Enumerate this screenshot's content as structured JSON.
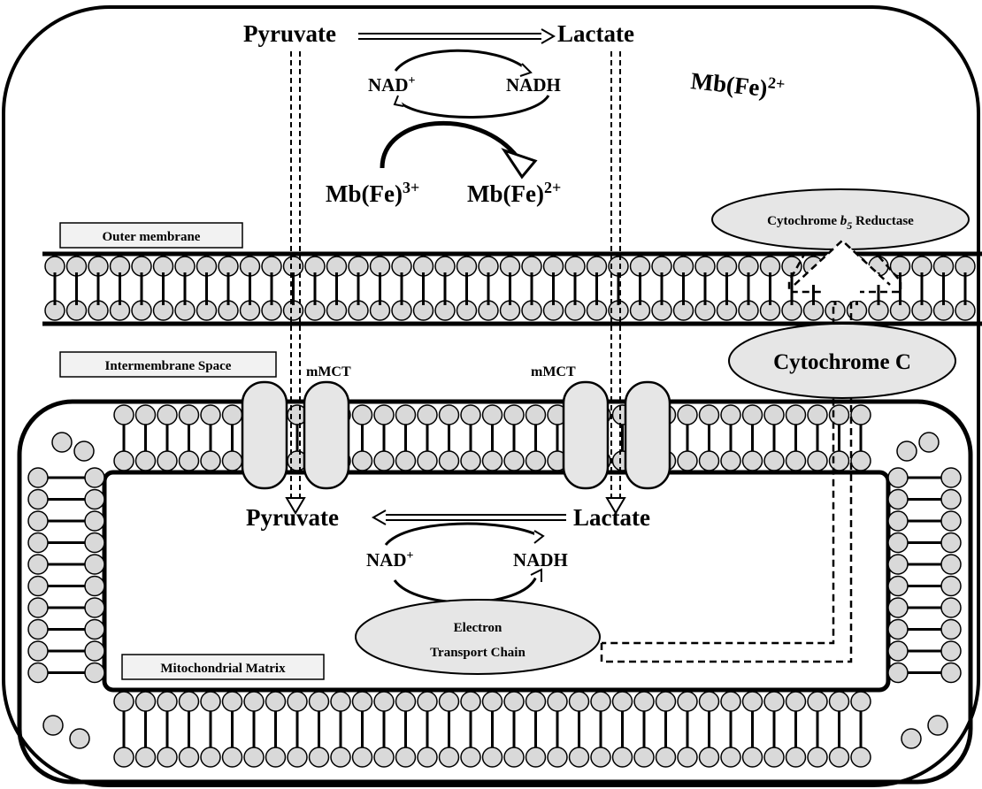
{
  "cytosol": {
    "pyruvate": "Pyruvate",
    "lactate": "Lactate",
    "nad": "NAD",
    "nad_sup": "+",
    "nadh": "NADH",
    "mb3": "Mb(Fe)",
    "mb3_sup": "3+",
    "mb2": "Mb(Fe)",
    "mb2_sup": "2+",
    "mb_free": "Mb(Fe)",
    "mb_free_sup": "2+"
  },
  "outer_membrane_label": "Outer membrane",
  "intermembrane_label": "Intermembrane Space",
  "matrix_label": "Mitochondrial Matrix",
  "transporters": {
    "left": "mMCT",
    "right": "mMCT"
  },
  "cytochrome_b5": {
    "pre": "Cytochrome ",
    "b": "b",
    "sub": "5",
    "post": " Reductase"
  },
  "cytochrome_c": "Cytochrome C",
  "matrix": {
    "pyruvate": "Pyruvate",
    "lactate": "Lactate",
    "nad": "NAD",
    "nad_sup": "+",
    "nadh": "NADH"
  },
  "etc": {
    "line1": "Electron",
    "line2": "Transport Chain"
  }
}
